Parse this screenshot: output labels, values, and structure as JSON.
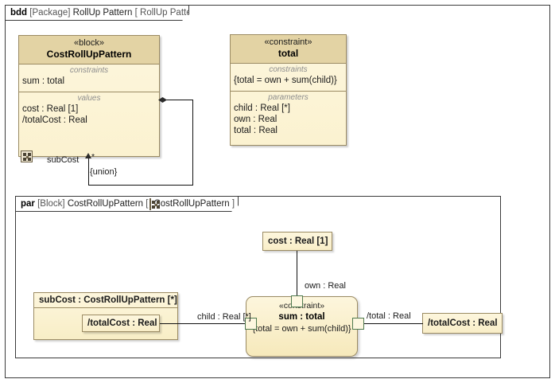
{
  "diagram": {
    "bdd_frame": {
      "kind": "bdd",
      "type": "[Package]",
      "model": "RollUp Pattern",
      "open_bracket": "[",
      "name": "RollUp Pattern",
      "close_bracket": "]"
    },
    "par_frame": {
      "kind": "par",
      "type": "[Block]",
      "model": "CostRollUpPattern",
      "open_bracket": "[",
      "icon": "parametric-diagram-icon",
      "name": "CostRollUpPattern",
      "close_bracket": "]"
    }
  },
  "blocks": {
    "cost_rollup_pattern": {
      "stereotype": "«block»",
      "name": "CostRollUpPattern",
      "compartments": [
        {
          "title": "constraints",
          "features": [
            "sum : total"
          ]
        },
        {
          "title": "values",
          "features": [
            "cost : Real [1]",
            "/totalCost : Real"
          ]
        }
      ],
      "badge_icon": "parametric-badge-icon"
    },
    "total_constraint": {
      "stereotype": "«constraint»",
      "name": "total",
      "compartments": [
        {
          "title": "constraints",
          "features": [
            "{total = own + sum(child)}"
          ]
        },
        {
          "title": "parameters",
          "features": [
            "child : Real [*]",
            "own : Real",
            "total : Real"
          ]
        }
      ]
    }
  },
  "association": {
    "end_name": "subCost",
    "end_multiplicity": "*",
    "constraint": "{union}"
  },
  "parametric": {
    "cost_value": "cost : Real [1]",
    "subcost_part": {
      "name": "subCost : CostRollUpPattern [*]",
      "nested_value": "/totalCost : Real"
    },
    "total_cost_value": "/totalCost : Real",
    "sum_constraint": {
      "stereotype": "«constraint»",
      "name": "sum : total",
      "expression": "{total = own + sum(child)}",
      "ports": [
        "own",
        "child",
        "total"
      ]
    },
    "connector_labels": {
      "own": "own : Real",
      "child": "child : Real [*]",
      "total": "/total : Real"
    }
  },
  "colors": {
    "node_header": "#e3d3a4",
    "node_body": "#fdf6dd",
    "node_border": "#9b8b63",
    "port_border": "#4f7a4f",
    "frame_border": "#3b3b3b",
    "connector": "#111111",
    "compartment_title": "#8d8d8d"
  }
}
